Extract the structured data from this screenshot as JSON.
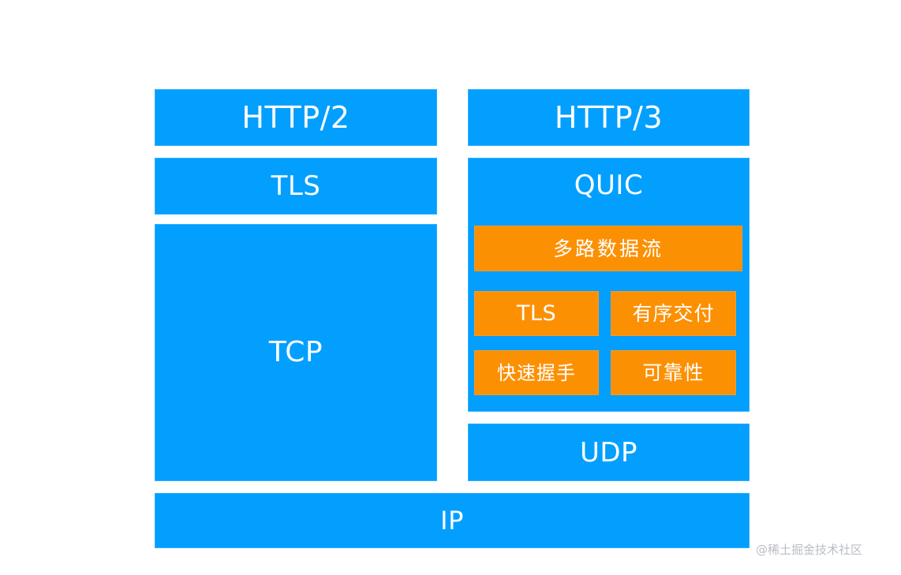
{
  "diagram": {
    "title_absent": true,
    "colors": {
      "blue": "#029ffe",
      "blue_border": "#30aefe",
      "orange": "#fc9003",
      "orange_border": "#f89a2a",
      "text": "#ffffff",
      "background": "#ffffff",
      "watermark": "#b9bdc5"
    },
    "left_stack": {
      "application_layer": "HTTP/2",
      "security_layer": "TLS",
      "transport_layer": "TCP"
    },
    "right_stack": {
      "application_layer": "HTTP/3",
      "quic_layer": "QUIC",
      "quic_features": [
        "多路数据流",
        "TLS",
        "有序交付",
        "快速握手",
        "可靠性"
      ],
      "transport_layer": "UDP"
    },
    "network_layer": "IP"
  },
  "watermark": {
    "text": "@稀土掘金技术社区"
  }
}
